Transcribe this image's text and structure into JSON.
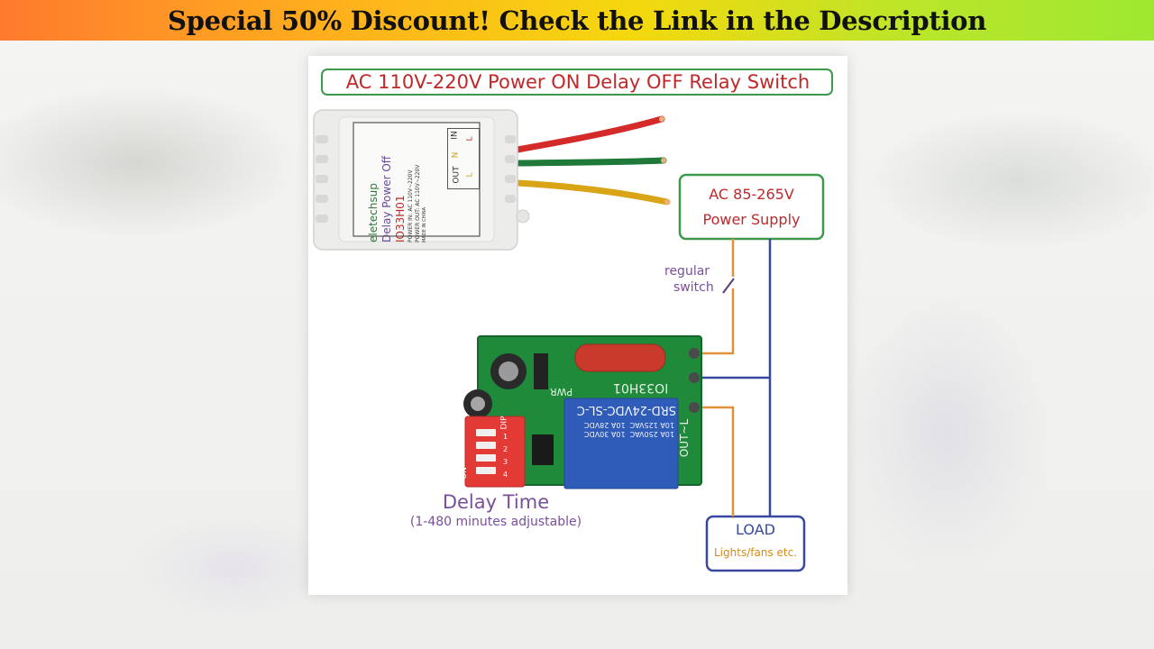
{
  "banner": {
    "text": "Special 50% Discount! Check the Link in the Description"
  },
  "diagram": {
    "title": "AC 110V-220V Power ON Delay OFF Relay Switch",
    "supply": {
      "line1": "AC 85-265V",
      "line2": "Power Supply"
    },
    "switch_label": {
      "line1": "regular",
      "line2": "switch"
    },
    "load": {
      "line1": "LOAD",
      "line2": "Lights/fans etc."
    },
    "delay": {
      "title": "Delay Time",
      "subtitle": "(1-480 minutes adjustable)"
    },
    "enclosure_label": {
      "brand": "eletechsup",
      "product": "Delay Power Off",
      "model": "IO33H01",
      "spec1": "POWER IN: AC 110V~220V",
      "spec2": "POWER OUT: AC 110V~220V",
      "origin": "MADE IN CHINA",
      "terminals": [
        "IN",
        "N",
        "L",
        "OUT",
        "L"
      ]
    },
    "pcb": {
      "model": "IO33H01",
      "relay_model": "SRD-24VDC-SL-C",
      "relay_specs": [
        "10A 250VAC",
        "10A 125VAC",
        "10A 30VDC",
        "10A 28VDC"
      ],
      "pwr": "PWR",
      "out": "OUT~L",
      "dip_label": "DIP",
      "dip_on": "ON",
      "dip_numbers": [
        "1",
        "2",
        "3",
        "4"
      ]
    }
  },
  "colors": {
    "title_text": "#c0282a",
    "frame_green": "#3c9a4a",
    "label_purple": "#7a4f9a",
    "wire_red": "#d42a2a",
    "wire_green": "#1f7a3a",
    "wire_yellow": "#d9a416",
    "wire_orange": "#e0913a",
    "wire_blue": "#3848a0",
    "pcb_green": "#1e8a3a",
    "relay_blue": "#2f5cb8"
  }
}
